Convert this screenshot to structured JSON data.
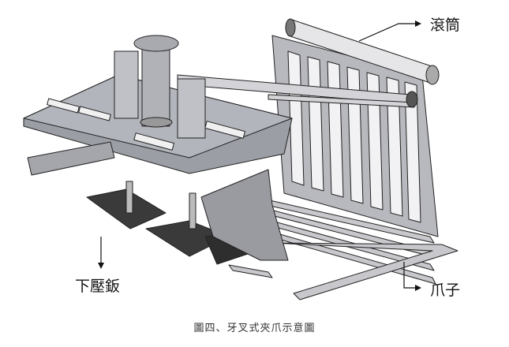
{
  "labels": {
    "roller": "滾筒",
    "press_plate": "下壓鈑",
    "claw": "爪子"
  },
  "caption": "圖四、牙叉式夾爪示意圖"
}
